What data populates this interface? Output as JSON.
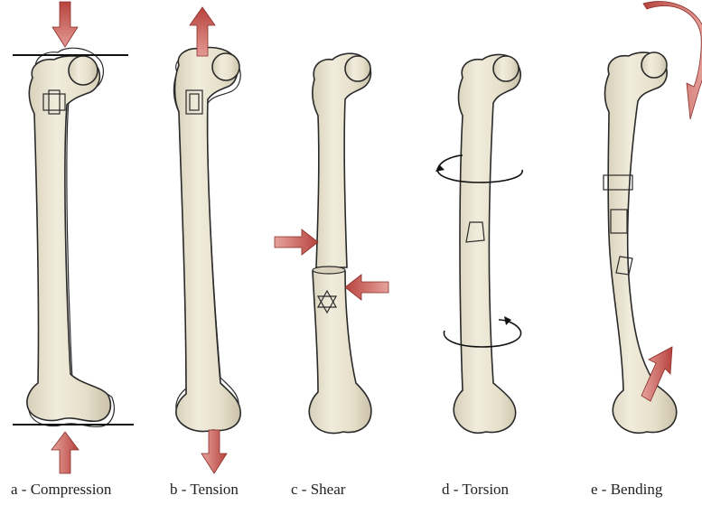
{
  "panels": [
    {
      "id": "a",
      "caption": "a - Compression"
    },
    {
      "id": "b",
      "caption": "b - Tension"
    },
    {
      "id": "c",
      "caption": "c - Shear"
    },
    {
      "id": "d",
      "caption": "d - Torsion"
    },
    {
      "id": "e",
      "caption": "e - Bending"
    }
  ],
  "colors": {
    "bone_fill": "#e8e2cf",
    "bone_outline": "#2a2a2a",
    "arrow_fill": "#c0524d",
    "arrow_fill_light": "#dc8b86",
    "line": "#111111"
  }
}
